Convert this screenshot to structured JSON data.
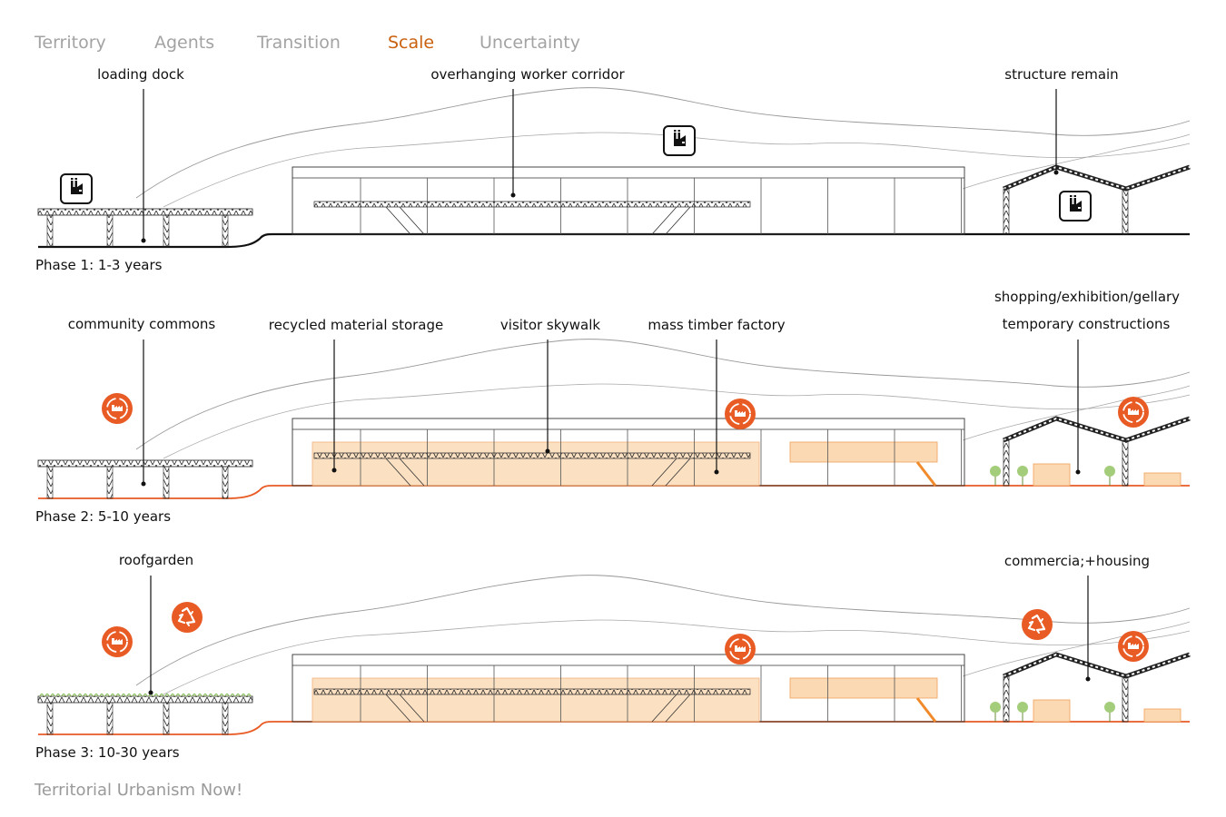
{
  "nav": {
    "tabs": [
      {
        "label": "Territory"
      },
      {
        "label": "Agents"
      },
      {
        "label": "Transition"
      },
      {
        "label": "Scale"
      },
      {
        "label": "Uncertainty"
      }
    ],
    "active": "Scale"
  },
  "phases": [
    {
      "title": "Phase 1: 1-3 years",
      "labels": [
        "loading dock",
        "overhanging worker corridor",
        "structure remain"
      ]
    },
    {
      "title": "Phase 2: 5-10 years",
      "labels": [
        "community commons",
        "recycled material storage",
        "visitor skywalk",
        "mass timber factory",
        "shopping/exhibition/gellary",
        "temporary constructions"
      ]
    },
    {
      "title": "Phase 3: 10-30 years",
      "labels": [
        "roofgarden",
        "commercia;+housing"
      ]
    }
  ],
  "footer": "Territorial Urbanism Now!",
  "colors": {
    "accent": "#e85b25",
    "fill": "#fbd9b3",
    "tab_active": "#c9610f",
    "tab_inactive": "#a3a3a3"
  },
  "icons": [
    "factory-icon",
    "recycle-factory-icon",
    "recycle-icon"
  ]
}
